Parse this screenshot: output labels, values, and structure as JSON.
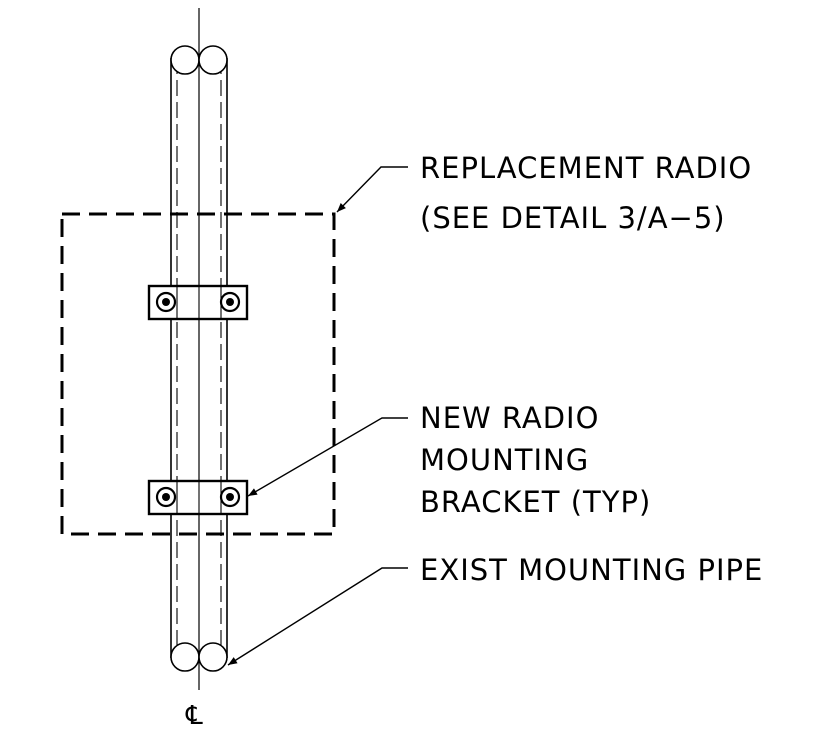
{
  "labels": {
    "replacement_line1": "REPLACEMENT RADIO",
    "replacement_line2": "(SEE DETAIL 3/A−5)",
    "bracket_line1": "NEW RADIO",
    "bracket_line2": "MOUNTING",
    "bracket_line3": "BRACKET (TYP)",
    "pipe": "EXIST MOUNTING PIPE",
    "centerline": "℄"
  },
  "colors": {
    "ink": "#000000",
    "background": "#ffffff"
  }
}
